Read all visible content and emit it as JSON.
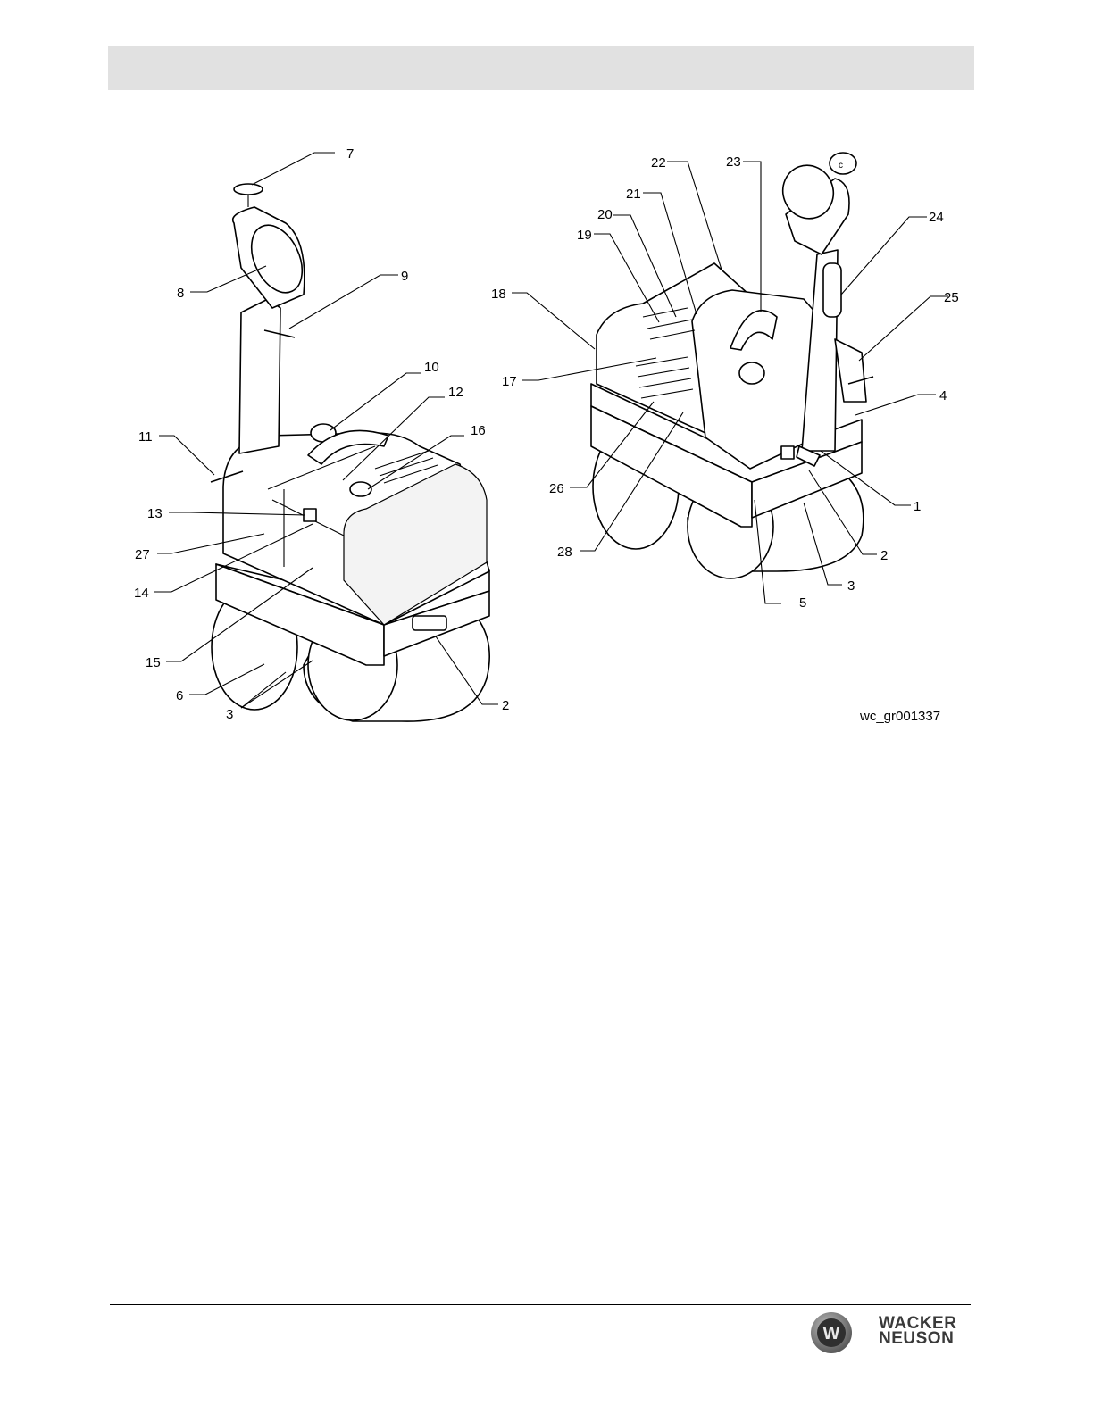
{
  "figure": {
    "drawing_id": "wc_gr001337",
    "callouts_left": [
      "7",
      "8",
      "9",
      "10",
      "12",
      "16",
      "11",
      "13",
      "27",
      "14",
      "15",
      "6",
      "3",
      "2"
    ],
    "callouts_right": [
      "22",
      "23",
      "21",
      "20",
      "19",
      "24",
      "18",
      "25",
      "17",
      "4",
      "26",
      "1",
      "28",
      "2",
      "3",
      "5"
    ]
  },
  "footer": {
    "brand_line1": "WACKER",
    "brand_line2": "NEUSON",
    "logo_letter": "W"
  }
}
